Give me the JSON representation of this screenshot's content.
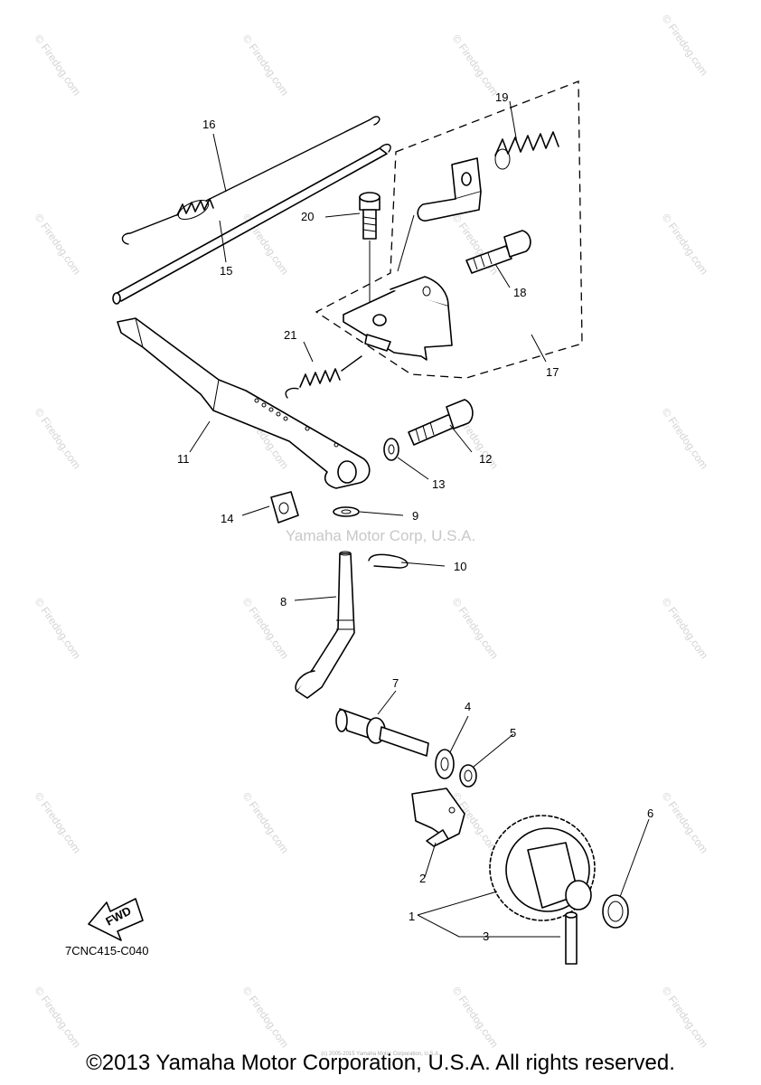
{
  "callouts": [
    "1",
    "2",
    "3",
    "4",
    "5",
    "6",
    "7",
    "8",
    "9",
    "10",
    "11",
    "12",
    "13",
    "14",
    "15",
    "16",
    "17",
    "18",
    "19",
    "20",
    "21"
  ],
  "diagram_code": "7CNC415-C040",
  "direction_label": "FWD",
  "center_watermark": "Yamaha Motor Corp, U.S.A.",
  "tile_watermark": "© Firedog.com",
  "copyright": "©2013 Yamaha Motor Corporation, U.S.A. All rights reserved.",
  "fine_print": "(c) 2005-2015 Yamaha Motor Corporation, U.S.A."
}
